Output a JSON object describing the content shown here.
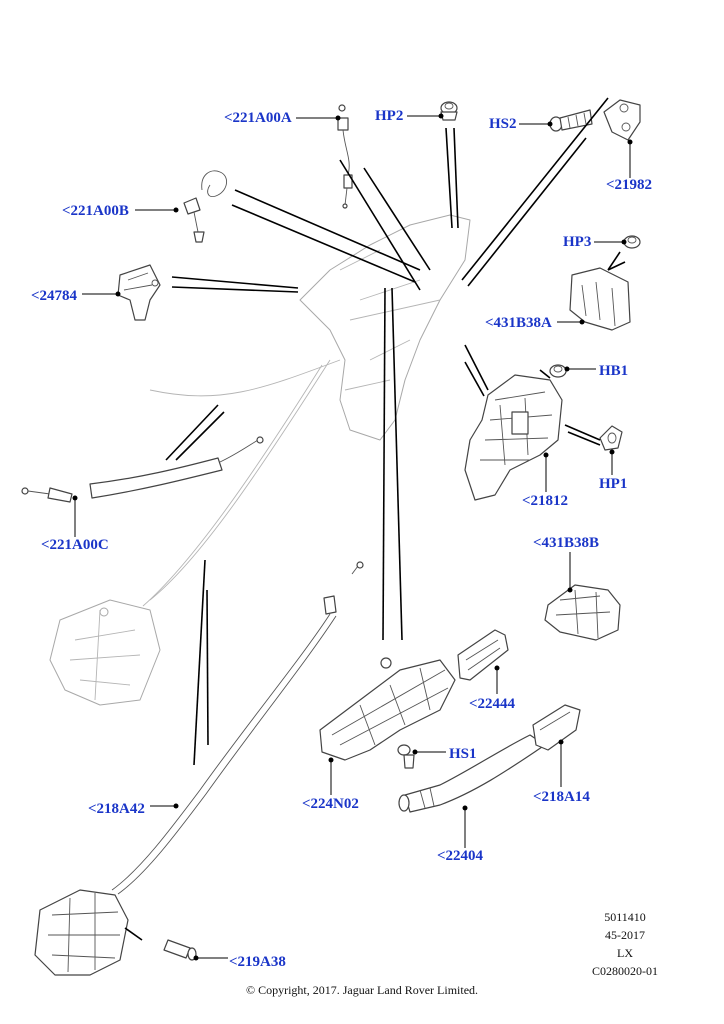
{
  "callouts": {
    "c221A00A": "<221A00A",
    "hp2": "HP2",
    "hs2": "HS2",
    "c21982": "<21982",
    "c221A00B": "<221A00B",
    "hp3": "HP3",
    "c24784": "<24784",
    "c431B38A": "<431B38A",
    "hb1": "HB1",
    "hp1": "HP1",
    "c21812": "<21812",
    "c221A00C": "<221A00C",
    "c431B38B": "<431B38B",
    "c22444": "<22444",
    "hs1": "HS1",
    "c218A14": "<218A14",
    "c224N02": "<224N02",
    "c218A42": "<218A42",
    "c22404": "<22404",
    "c219A38": "<219A38"
  },
  "reference": {
    "line1": "5011410",
    "line2": "45-2017",
    "line3": "LX",
    "line4": "C0280020-01"
  },
  "copyright": "© Copyright, 2017. Jaguar Land Rover Limited."
}
